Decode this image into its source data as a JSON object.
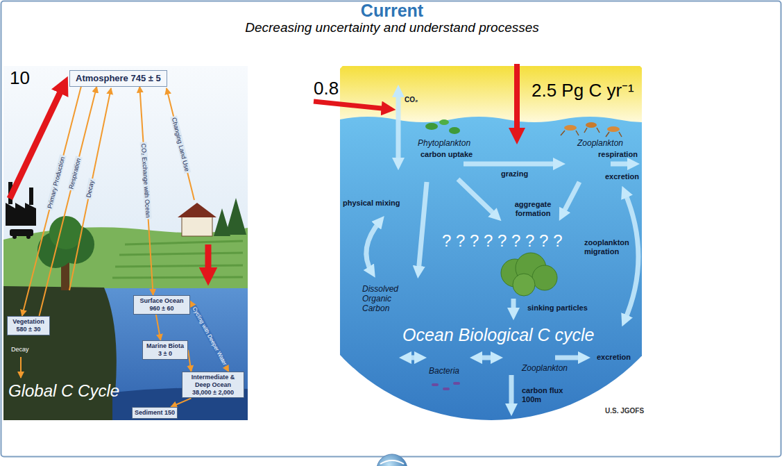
{
  "diagram": {
    "title": "Current",
    "nodes": [
      {
        "text": [
          "Atmosphere 745 ± 5"
        ]
      },
      {
        "text": [
          "Vegetation 580 ± 30"
        ]
      },
      {
        "text": [
          "Surface Ocean 960 ± 60"
        ]
      },
      {
        "text": [
          "Marine Biota 3 ± 0"
        ]
      },
      {
        "text": [
          "Intermediate & Deep Ocean 38,000 ± 2,000"
        ]
      },
      {
        "text": [
          "Sediment 150"
        ]
      }
    ],
    "edges": [
      {
        "from": 0,
        "to": 1,
        "label": "Primary Production",
        "arrow": "to"
      },
      {
        "from": 1,
        "to": 0,
        "label": "Respiration",
        "arrow": "to"
      },
      {
        "from": 0,
        "to": 2,
        "label": "CO₂ Exchange with Ocean",
        "arrow": "both"
      },
      {
        "from": 2,
        "to": 3,
        "arrow": "to"
      },
      {
        "from": 2,
        "to": 4,
        "label": "Cycling with Deeper Water",
        "arrow": "both"
      },
      {
        "from": 3,
        "to": 4,
        "arrow": "to"
      },
      {
        "from": 4,
        "to": 5,
        "arrow": "to"
      }
    ],
    "labels": [
      "Decreasing uncertainty and understand processes",
      "10",
      "Decay",
      "Changing Land Use",
      "Decay",
      "Global C Cycle",
      "2.5 Pg C yr⁻¹",
      "0.8",
      "CO₂",
      "Phytoplankton",
      "carbon uptake",
      "Zooplankton",
      "respiration",
      "grazing",
      "excretion",
      "physical mixing",
      "aggregate formation",
      "? ? ? ? ? ? ? ? ?",
      "zooplankton migration",
      "Dissolved Organic Carbon",
      "sinking particles",
      "Ocean Biological C cycle",
      "excretion",
      "Bacteria",
      "Zooplankton",
      "carbon flux 100m",
      "U.S. JGOFS"
    ]
  }
}
